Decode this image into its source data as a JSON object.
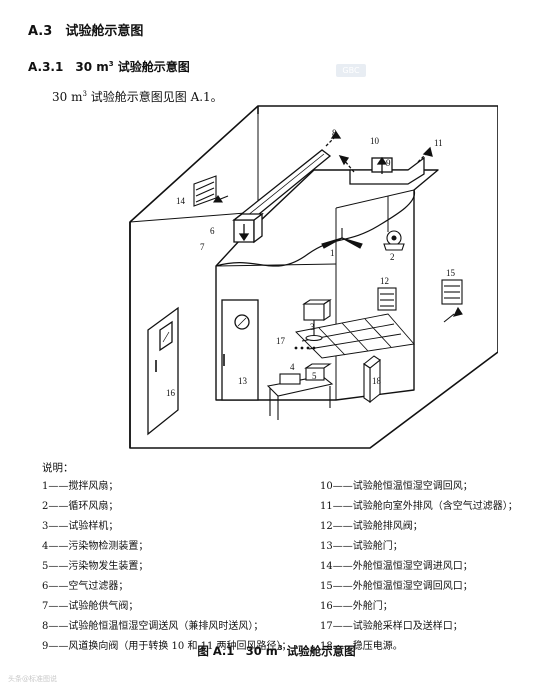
{
  "section": {
    "number": "A.3",
    "title": "试验舱示意图"
  },
  "subsection": {
    "number": "A.3.1",
    "title_prefix": "30 m",
    "title_sup": "3",
    "title_suffix": " 试验舱示意图"
  },
  "paragraph": {
    "prefix": "30 m",
    "sup": "3",
    "suffix": " 试验舱示意图见图 A.1。"
  },
  "watermark": "GBC",
  "figure": {
    "labels": [
      "1",
      "2",
      "3",
      "4",
      "5",
      "6",
      "7",
      "8",
      "9",
      "10",
      "11",
      "12",
      "13",
      "14",
      "15",
      "16",
      "17",
      "18"
    ]
  },
  "legend": {
    "title": "说明：",
    "left": [
      "1——搅拌风扇；",
      "2——循环风扇；",
      "3——试验样机；",
      "4——污染物检测装置；",
      "5——污染物发生装置；",
      "6——空气过滤器；",
      "7——试验舱供气阀；",
      "8——试验舱恒温恒湿空调送风（兼排风时送风）；",
      "9——风道换向阀（用于转换 10 和 11 两种回风路径）；"
    ],
    "right": [
      "10——试验舱恒温恒湿空调回风；",
      "11——试验舱向室外排风（含空气过滤器）；",
      "12——试验舱排风阀；",
      "13——试验舱门；",
      "14——外舱恒温恒湿空调进风口；",
      "15——外舱恒温恒湿空调回风口；",
      "16——外舱门；",
      "17——试验舱采样口及送样口；",
      "18——稳压电源。"
    ]
  },
  "caption": {
    "prefix": "图 A.1　30 m",
    "sup": "3",
    "suffix": " 试验舱示意图"
  },
  "footer": "头条@标准图说"
}
